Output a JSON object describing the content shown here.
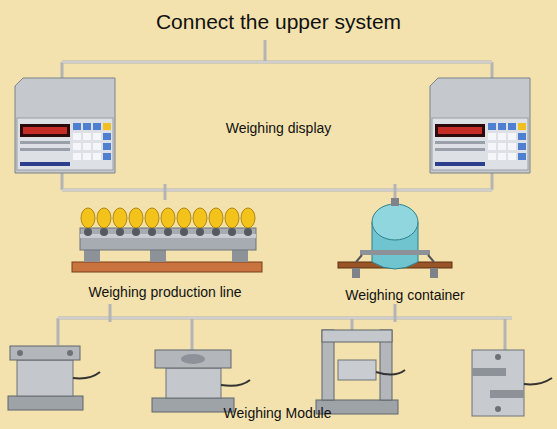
{
  "diagram": {
    "title": "Connect the upper system",
    "nodes": [
      {
        "text": [
          "Weighing display"
        ]
      },
      {
        "text": [
          "Weighing production line"
        ]
      },
      {
        "text": [
          "Weighing container"
        ]
      },
      {
        "text": [
          "Weighing Module"
        ]
      }
    ],
    "edges": [
      {
        "from": 0,
        "to": 1,
        "arrow": "none"
      },
      {
        "from": 0,
        "to": 2,
        "arrow": "none"
      },
      {
        "from": 1,
        "to": 3,
        "arrow": "none"
      },
      {
        "from": 2,
        "to": 3,
        "arrow": "none"
      }
    ]
  }
}
